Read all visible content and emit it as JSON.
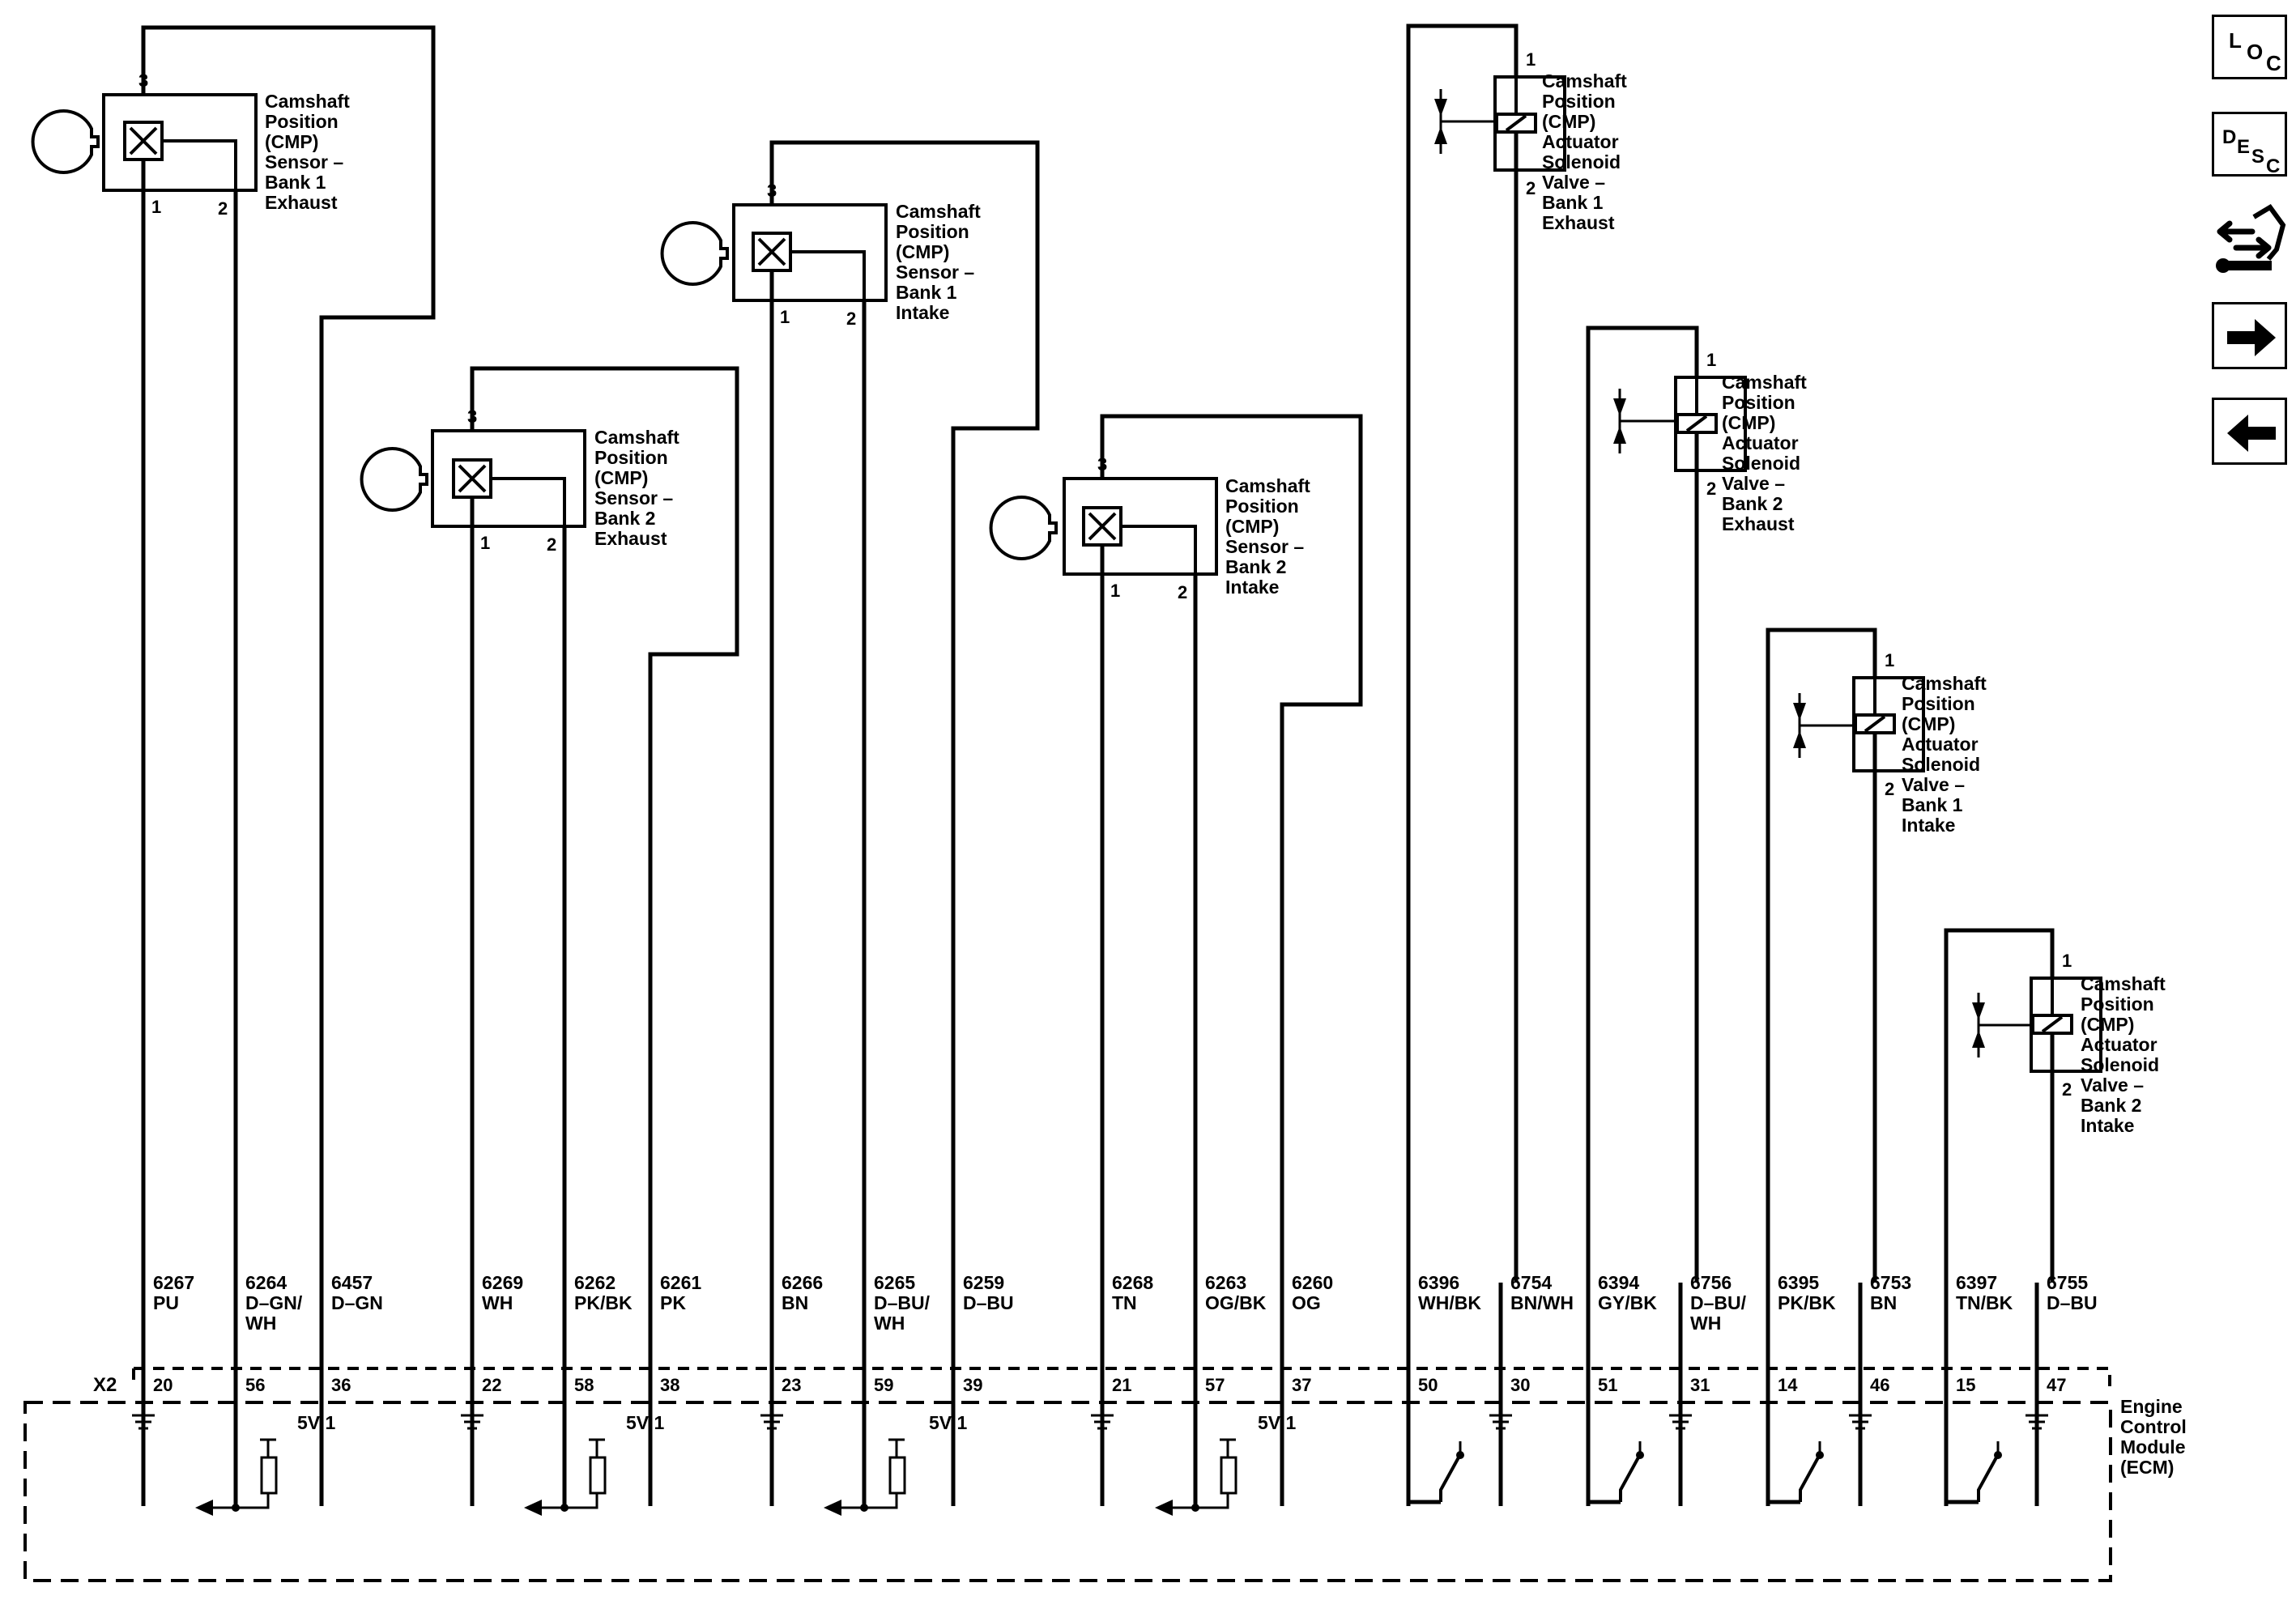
{
  "sensors": [
    {
      "lines": [
        "Camshaft",
        "Position",
        "(CMP)",
        "Sensor –",
        "Bank 1",
        "Exhaust"
      ],
      "pins": [
        "3",
        "1",
        "2"
      ]
    },
    {
      "lines": [
        "Camshaft",
        "Position",
        "(CMP)",
        "Sensor –",
        "Bank 2",
        "Exhaust"
      ],
      "pins": [
        "3",
        "1",
        "2"
      ]
    },
    {
      "lines": [
        "Camshaft",
        "Position",
        "(CMP)",
        "Sensor –",
        "Bank 1",
        "Intake"
      ],
      "pins": [
        "3",
        "1",
        "2"
      ]
    },
    {
      "lines": [
        "Camshaft",
        "Position",
        "(CMP)",
        "Sensor –",
        "Bank 2",
        "Intake"
      ],
      "pins": [
        "3",
        "1",
        "2"
      ]
    }
  ],
  "solenoids": [
    {
      "lines": [
        "Camshaft",
        "Position",
        "(CMP)",
        "Actuator",
        "Solenoid",
        "Valve –",
        "Bank 1",
        "Exhaust"
      ],
      "pins": [
        "1",
        "2"
      ]
    },
    {
      "lines": [
        "Camshaft",
        "Position",
        "(CMP)",
        "Actuator",
        "Solenoid",
        "Valve –",
        "Bank 2",
        "Exhaust"
      ],
      "pins": [
        "1",
        "2"
      ]
    },
    {
      "lines": [
        "Camshaft",
        "Position",
        "(CMP)",
        "Actuator",
        "Solenoid",
        "Valve –",
        "Bank 1",
        "Intake"
      ],
      "pins": [
        "1",
        "2"
      ]
    },
    {
      "lines": [
        "Camshaft",
        "Position",
        "(CMP)",
        "Actuator",
        "Solenoid",
        "Valve –",
        "Bank 2",
        "Intake"
      ],
      "pins": [
        "1",
        "2"
      ]
    }
  ],
  "wires": [
    {
      "circuit": "6267",
      "color_lines": [
        "PU"
      ],
      "terminal": "20"
    },
    {
      "circuit": "6264",
      "color_lines": [
        "D–GN/",
        "WH"
      ],
      "terminal": "56"
    },
    {
      "circuit": "6457",
      "color_lines": [
        "D–GN"
      ],
      "terminal": "36"
    },
    {
      "circuit": "6269",
      "color_lines": [
        "WH"
      ],
      "terminal": "22"
    },
    {
      "circuit": "6262",
      "color_lines": [
        "PK/BK"
      ],
      "terminal": "58"
    },
    {
      "circuit": "6261",
      "color_lines": [
        "PK"
      ],
      "terminal": "38"
    },
    {
      "circuit": "6266",
      "color_lines": [
        "BN"
      ],
      "terminal": "23"
    },
    {
      "circuit": "6265",
      "color_lines": [
        "D–BU/",
        "WH"
      ],
      "terminal": "59"
    },
    {
      "circuit": "6259",
      "color_lines": [
        "D–BU"
      ],
      "terminal": "39"
    },
    {
      "circuit": "6268",
      "color_lines": [
        "TN"
      ],
      "terminal": "21"
    },
    {
      "circuit": "6263",
      "color_lines": [
        "OG/BK"
      ],
      "terminal": "57"
    },
    {
      "circuit": "6260",
      "color_lines": [
        "OG"
      ],
      "terminal": "37"
    },
    {
      "circuit": "6396",
      "color_lines": [
        "WH/BK"
      ],
      "terminal": "50"
    },
    {
      "circuit": "6754",
      "color_lines": [
        "BN/WH"
      ],
      "terminal": "30"
    },
    {
      "circuit": "6394",
      "color_lines": [
        "GY/BK"
      ],
      "terminal": "51"
    },
    {
      "circuit": "6756",
      "color_lines": [
        "D–BU/",
        "WH"
      ],
      "terminal": "31"
    },
    {
      "circuit": "6395",
      "color_lines": [
        "PK/BK"
      ],
      "terminal": "14"
    },
    {
      "circuit": "6753",
      "color_lines": [
        "BN"
      ],
      "terminal": "46"
    },
    {
      "circuit": "6397",
      "color_lines": [
        "TN/BK"
      ],
      "terminal": "15"
    },
    {
      "circuit": "6755",
      "color_lines": [
        "D–BU"
      ],
      "terminal": "47"
    }
  ],
  "connector_label": "X2",
  "supply_label": "5V 1",
  "ecm_lines": [
    "Engine",
    "Control",
    "Module",
    "(ECM)"
  ],
  "nav": {
    "loc_icon_text": "LOC",
    "desc_icon_text": "DESC",
    "icons": [
      "location-icon",
      "description-icon",
      "connector-repair-icon",
      "next-page-icon",
      "previous-page-icon"
    ]
  }
}
